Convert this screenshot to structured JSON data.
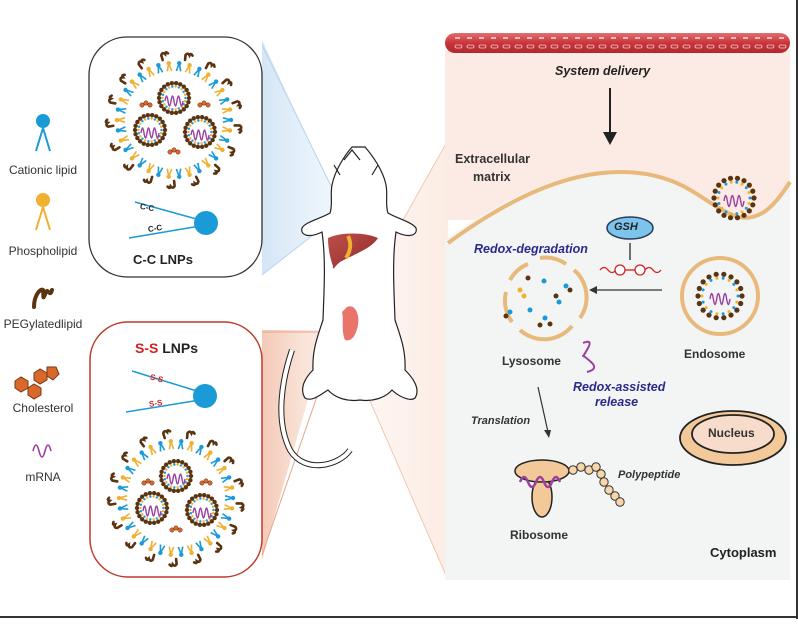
{
  "legend": {
    "items": [
      {
        "icon": "cationic-lipid-icon",
        "label": "Cationic lipid",
        "color": "#1a9ad6"
      },
      {
        "icon": "phospholipid-icon",
        "label": "Phospholipid",
        "color": "#f0b030"
      },
      {
        "icon": "pegylated-lipid-icon",
        "label": "PEGylatedlipid",
        "color": "#5a3310"
      },
      {
        "icon": "cholesterol-icon",
        "label": "Cholesterol",
        "color": "#d8692a"
      },
      {
        "icon": "mrna-icon",
        "label": "mRNA",
        "color": "#9b3fa0"
      }
    ]
  },
  "panels": {
    "cc": {
      "title": "C-C LNPs",
      "bond_label": "C-C",
      "border_color": "#333333"
    },
    "ss": {
      "title_prefix": "S-S",
      "title_suffix": " LNPs",
      "bond_label": "S-S",
      "border_color": "#c0392b",
      "accent": "#d62020"
    }
  },
  "cell": {
    "system_delivery": "System delivery",
    "extracellular_matrix_line1": "Extracellular",
    "extracellular_matrix_line2": "matrix",
    "gsh": "GSH",
    "redox_degradation": "Redox-degradation",
    "lysosome": "Lysosome",
    "endosome": "Endosome",
    "redox_assisted_line1": "Redox-assisted",
    "redox_assisted_line2": "release",
    "translation": "Translation",
    "nucleus": "Nucleus",
    "polypeptide": "Polypeptide",
    "ribosome": "Ribosome",
    "cytoplasm": "Cytoplasm"
  },
  "colors": {
    "extracellular_bg": "#fcebe4",
    "cytoplasm_bg": "#f2f5f4",
    "membrane": "#e8b97a",
    "vessel": "#c9343a",
    "annotation_blue": "#2a2a8c",
    "gsh_fill": "#7cc4ec"
  }
}
